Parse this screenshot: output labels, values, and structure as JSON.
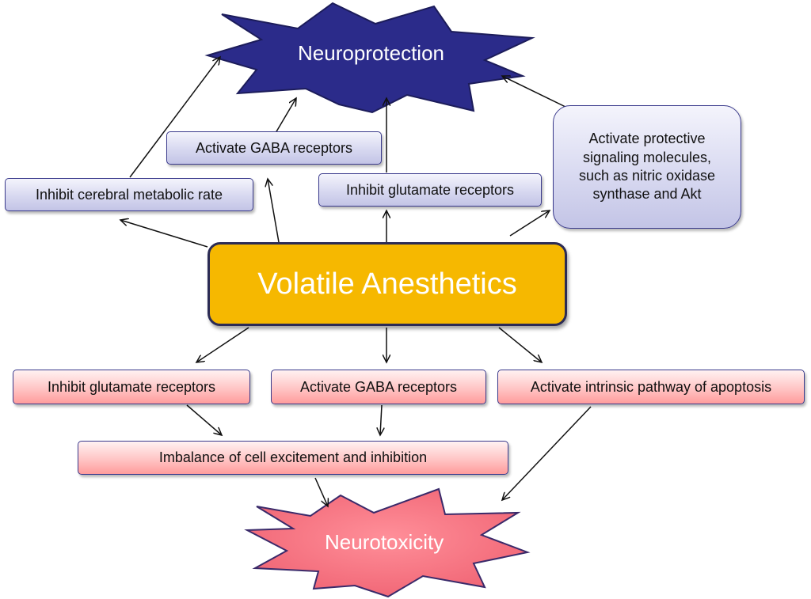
{
  "center": {
    "label": "Volatile Anesthetics"
  },
  "neuroprotection": {
    "label": "Neuroprotection",
    "color": "#2b2b8a",
    "pathways": [
      "Inhibit cerebral metabolic rate",
      "Activate GABA receptors",
      "Inhibit glutamate receptors",
      "Activate protective signaling molecules, such as nitric oxidase synthase and Akt"
    ]
  },
  "neurotoxicity": {
    "label": "Neurotoxicity",
    "color": "#f06474",
    "pathways": [
      "Inhibit glutamate receptors",
      "Activate GABA receptors",
      "Activate intrinsic pathway of apoptosis"
    ],
    "intermediate": "Imbalance of cell excitement and inhibition"
  },
  "colors": {
    "center_fill": "#f6b800",
    "protective_box": "#d7d8f0",
    "toxic_box": "#ffc5c5"
  }
}
